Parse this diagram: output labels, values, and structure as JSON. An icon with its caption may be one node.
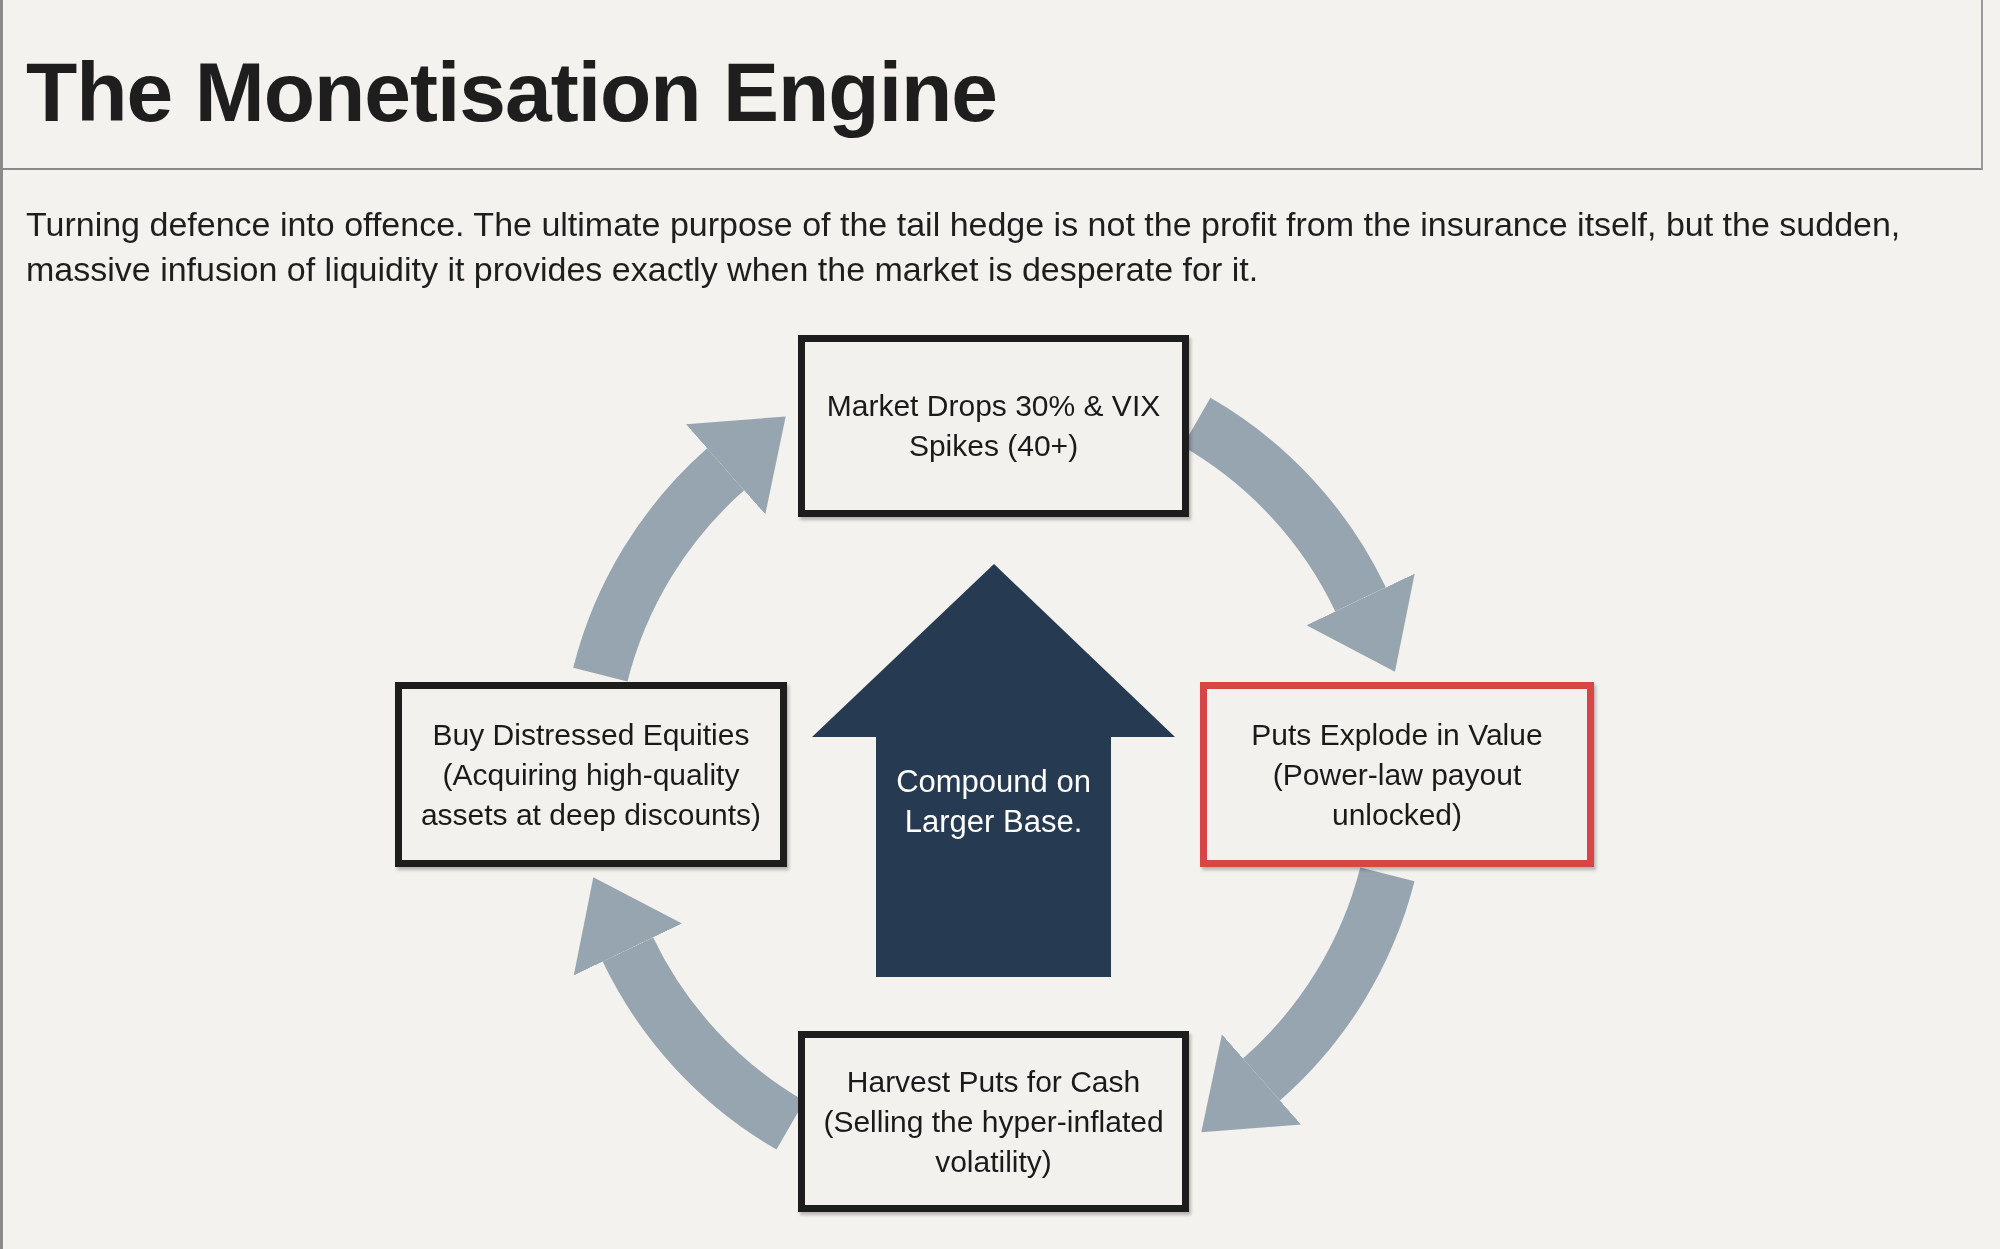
{
  "diagram": {
    "title": "The Monetisation Engine",
    "caption": "Turning defence into offence. The ultimate purpose of the tail hedge is not the profit from the insurance itself, but the sudden, massive infusion of liquidity it provides exactly when the market is desperate for it.",
    "nodes": [
      {
        "text": [
          "Market Drops 30% & VIX Spikes (40+)"
        ]
      },
      {
        "text": [
          "Buy Distressed Equities",
          "(Acquiring high-quality assets at deep discounts)"
        ]
      },
      {
        "text": [
          "Compound on Larger Base."
        ]
      },
      {
        "text": [
          "Puts Explode in Value",
          "(Power-law payout unlocked)"
        ]
      },
      {
        "text": [
          "Harvest Puts for Cash",
          "(Selling the hyper-inflated volatility)"
        ]
      }
    ],
    "edges": [
      {
        "from": 0,
        "to": 3,
        "arrow": "to"
      },
      {
        "from": 3,
        "to": 4,
        "arrow": "to"
      },
      {
        "from": 4,
        "to": 1,
        "arrow": "to"
      },
      {
        "from": 1,
        "to": 0,
        "arrow": "to"
      }
    ]
  }
}
